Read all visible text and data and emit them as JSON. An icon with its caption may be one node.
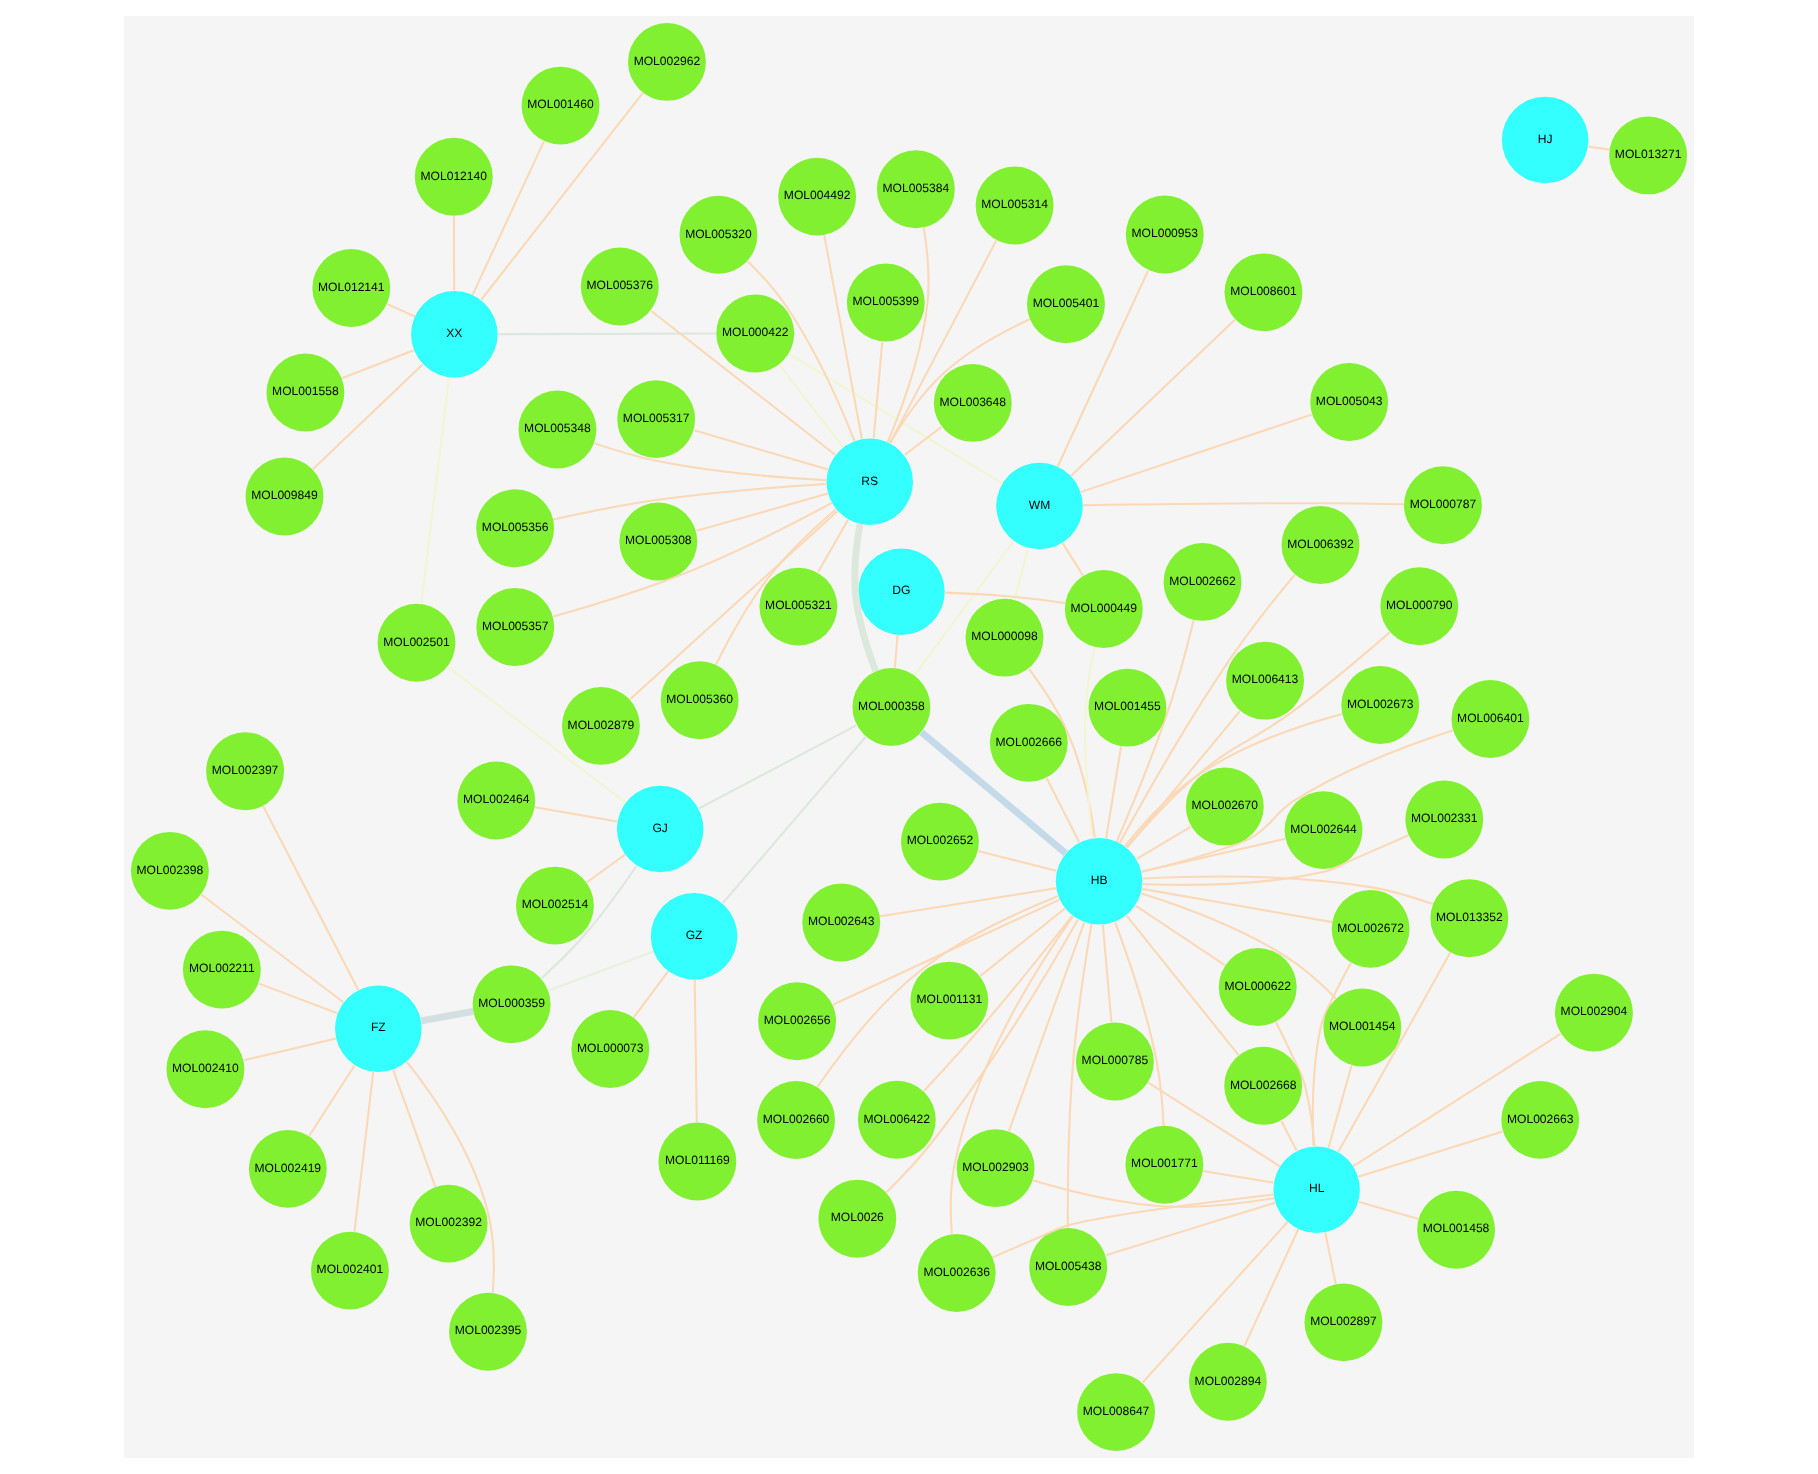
{
  "diagram": {
    "nodes": [
      {
        "text": [
          "MOL008647"
        ]
      },
      {
        "text": [
          "MOL002904"
        ]
      },
      {
        "text": [
          "MOL002897"
        ]
      },
      {
        "text": [
          "MOL000785"
        ]
      },
      {
        "text": [
          "MOL002672"
        ]
      },
      {
        "text": [
          "HL"
        ]
      },
      {
        "text": [
          "MOL002894"
        ]
      },
      {
        "text": [
          "MOL002663"
        ]
      },
      {
        "text": [
          "MOL005438"
        ]
      },
      {
        "text": [
          "MOL001458"
        ]
      },
      {
        "text": [
          "MOL001771"
        ]
      },
      {
        "text": [
          "MOL002636"
        ]
      },
      {
        "text": [
          "MOL013352"
        ]
      },
      {
        "text": [
          "MOL006401"
        ]
      },
      {
        "text": [
          "MOL000622"
        ]
      },
      {
        "text": [
          "MOL002668"
        ]
      },
      {
        "text": [
          "MOL001454"
        ]
      },
      {
        "text": [
          "MOL002903"
        ]
      },
      {
        "text": [
          "MOL002643"
        ]
      },
      {
        "text": [
          "MOL002652"
        ]
      },
      {
        "text": [
          "MOL006422"
        ]
      },
      {
        "text": [
          "MOL001558"
        ]
      },
      {
        "text": [
          "MOL012140"
        ]
      },
      {
        "text": [
          "MOL001460"
        ]
      },
      {
        "text": [
          "MOL002662"
        ]
      },
      {
        "text": [
          "HB"
        ]
      },
      {
        "text": [
          "MOL000790"
        ]
      },
      {
        "text": [
          "MOL001131"
        ]
      },
      {
        "text": [
          "MOL0026"
        ]
      },
      {
        "text": [
          "MOL002962"
        ]
      },
      {
        "text": [
          "MOL006413"
        ]
      },
      {
        "text": [
          "MOL000098"
        ]
      },
      {
        "text": [
          "MOL009849"
        ]
      },
      {
        "text": [
          "XX"
        ]
      },
      {
        "text": [
          "MOL002673"
        ]
      },
      {
        "text": [
          "MOL002644"
        ]
      },
      {
        "text": [
          "MOL002670"
        ]
      },
      {
        "text": [
          "MOL006392"
        ]
      },
      {
        "text": [
          "MOL012141"
        ]
      },
      {
        "text": [
          "MOL002660"
        ]
      },
      {
        "text": [
          "MOL001455"
        ]
      },
      {
        "text": [
          "MOL002666"
        ]
      },
      {
        "text": [
          "MOL002656"
        ]
      },
      {
        "text": [
          "MOL002514"
        ]
      },
      {
        "text": [
          "MOL000358"
        ]
      },
      {
        "text": [
          "MOL002464"
        ]
      },
      {
        "text": [
          "MOL002331"
        ]
      },
      {
        "text": [
          "MOL002501"
        ]
      },
      {
        "text": [
          "MOL000449"
        ]
      },
      {
        "text": [
          "MOL000787"
        ]
      },
      {
        "text": [
          "GJ"
        ]
      },
      {
        "text": [
          "MOL000422"
        ]
      },
      {
        "text": [
          "WM"
        ]
      },
      {
        "text": [
          "MOL008601"
        ]
      },
      {
        "text": [
          "DG"
        ]
      },
      {
        "text": [
          "MOL002401"
        ]
      },
      {
        "text": [
          "MOL002419"
        ]
      },
      {
        "text": [
          "MOL000953"
        ]
      },
      {
        "text": [
          "MOL005043"
        ]
      },
      {
        "text": [
          "MOL000359"
        ]
      },
      {
        "text": [
          "MOL005376"
        ]
      },
      {
        "text": [
          "MOL002397"
        ]
      },
      {
        "text": [
          "GZ"
        ]
      },
      {
        "text": [
          "MOL005314"
        ]
      },
      {
        "text": [
          "FZ"
        ]
      },
      {
        "text": [
          "MOL005356"
        ]
      },
      {
        "text": [
          "RS"
        ]
      },
      {
        "text": [
          "MOL002392"
        ]
      },
      {
        "text": [
          "MOL000073"
        ]
      },
      {
        "text": [
          "MOL005348"
        ]
      },
      {
        "text": [
          "MOL005360"
        ]
      },
      {
        "text": [
          "MOL005384"
        ]
      },
      {
        "text": [
          "MOL002398"
        ]
      },
      {
        "text": [
          "MOL002211"
        ]
      },
      {
        "text": [
          "MOL005308"
        ]
      },
      {
        "text": [
          "MOL011169"
        ]
      },
      {
        "text": [
          "MOL005401"
        ]
      },
      {
        "text": [
          "MOL002879"
        ]
      },
      {
        "text": [
          "MOL002410"
        ]
      },
      {
        "text": [
          "MOL002395"
        ]
      },
      {
        "text": [
          "MOL005317"
        ]
      },
      {
        "text": [
          "MOL005357"
        ]
      },
      {
        "text": [
          "MOL003648"
        ]
      },
      {
        "text": [
          "HJ"
        ]
      },
      {
        "text": [
          "MOL005321"
        ]
      },
      {
        "text": [
          "MOL004492"
        ]
      },
      {
        "text": [
          "MOL005320"
        ]
      },
      {
        "text": [
          "MOL005399"
        ]
      },
      {
        "text": [
          "MOL013271"
        ]
      }
    ],
    "edges": [
      {
        "from": 5,
        "to": 0,
        "arrow": "none"
      },
      {
        "from": 5,
        "to": 1,
        "arrow": "none"
      },
      {
        "from": 5,
        "to": 2,
        "arrow": "none"
      },
      {
        "from": 5,
        "to": 3,
        "arrow": "none"
      },
      {
        "from": 5,
        "to": 4,
        "arrow": "none"
      },
      {
        "from": 5,
        "to": 6,
        "arrow": "none"
      },
      {
        "from": 5,
        "to": 7,
        "arrow": "none"
      },
      {
        "from": 5,
        "to": 8,
        "arrow": "none"
      },
      {
        "from": 5,
        "to": 9,
        "arrow": "none"
      },
      {
        "from": 5,
        "to": 10,
        "arrow": "none"
      },
      {
        "from": 5,
        "to": 11,
        "arrow": "none"
      },
      {
        "from": 5,
        "to": 12,
        "arrow": "none"
      },
      {
        "from": 5,
        "to": 14,
        "arrow": "none"
      },
      {
        "from": 5,
        "to": 15,
        "arrow": "none"
      },
      {
        "from": 5,
        "to": 16,
        "arrow": "none"
      },
      {
        "from": 5,
        "to": 17,
        "arrow": "none"
      },
      {
        "from": 25,
        "to": 3,
        "arrow": "none"
      },
      {
        "from": 25,
        "to": 4,
        "arrow": "none"
      },
      {
        "from": 25,
        "to": 8,
        "arrow": "none"
      },
      {
        "from": 25,
        "to": 10,
        "arrow": "none"
      },
      {
        "from": 25,
        "to": 11,
        "arrow": "none"
      },
      {
        "from": 25,
        "to": 12,
        "arrow": "none"
      },
      {
        "from": 25,
        "to": 13,
        "arrow": "none"
      },
      {
        "from": 25,
        "to": 14,
        "arrow": "none"
      },
      {
        "from": 25,
        "to": 15,
        "arrow": "none"
      },
      {
        "from": 25,
        "to": 16,
        "arrow": "none"
      },
      {
        "from": 25,
        "to": 17,
        "arrow": "none"
      },
      {
        "from": 25,
        "to": 18,
        "arrow": "none"
      },
      {
        "from": 25,
        "to": 19,
        "arrow": "none"
      },
      {
        "from": 25,
        "to": 20,
        "arrow": "none"
      },
      {
        "from": 25,
        "to": 24,
        "arrow": "none"
      },
      {
        "from": 25,
        "to": 26,
        "arrow": "none"
      },
      {
        "from": 25,
        "to": 27,
        "arrow": "none"
      },
      {
        "from": 25,
        "to": 28,
        "arrow": "none"
      },
      {
        "from": 25,
        "to": 30,
        "arrow": "none"
      },
      {
        "from": 25,
        "to": 31,
        "arrow": "none"
      },
      {
        "from": 25,
        "to": 34,
        "arrow": "none"
      },
      {
        "from": 25,
        "to": 35,
        "arrow": "none"
      },
      {
        "from": 25,
        "to": 36,
        "arrow": "none"
      },
      {
        "from": 25,
        "to": 37,
        "arrow": "none"
      },
      {
        "from": 25,
        "to": 39,
        "arrow": "none"
      },
      {
        "from": 25,
        "to": 40,
        "arrow": "none"
      },
      {
        "from": 25,
        "to": 41,
        "arrow": "none"
      },
      {
        "from": 25,
        "to": 42,
        "arrow": "none"
      },
      {
        "from": 25,
        "to": 46,
        "arrow": "none"
      },
      {
        "from": 25,
        "to": 44,
        "arrow": "none",
        "style": "thick",
        "color": "#c4dae8"
      },
      {
        "from": 25,
        "to": 48,
        "arrow": "none",
        "color": "#f2f5d2"
      },
      {
        "from": 33,
        "to": 21,
        "arrow": "none"
      },
      {
        "from": 33,
        "to": 22,
        "arrow": "none"
      },
      {
        "from": 33,
        "to": 23,
        "arrow": "none"
      },
      {
        "from": 33,
        "to": 29,
        "arrow": "none"
      },
      {
        "from": 33,
        "to": 32,
        "arrow": "none"
      },
      {
        "from": 33,
        "to": 38,
        "arrow": "none"
      },
      {
        "from": 33,
        "to": 47,
        "arrow": "none",
        "color": "#f2f5d2"
      },
      {
        "from": 33,
        "to": 51,
        "arrow": "none",
        "color": "#dce8dc"
      },
      {
        "from": 50,
        "to": 43,
        "arrow": "none"
      },
      {
        "from": 50,
        "to": 45,
        "arrow": "none"
      },
      {
        "from": 50,
        "to": 47,
        "arrow": "none",
        "color": "#f2f5d2"
      },
      {
        "from": 50,
        "to": 44,
        "arrow": "none",
        "color": "#dce8dc"
      },
      {
        "from": 50,
        "to": 59,
        "arrow": "none",
        "color": "#dce8dc"
      },
      {
        "from": 52,
        "to": 31,
        "arrow": "none",
        "color": "#f2f5d2"
      },
      {
        "from": 52,
        "to": 44,
        "arrow": "none",
        "color": "#f2f5d2"
      },
      {
        "from": 52,
        "to": 48,
        "arrow": "none"
      },
      {
        "from": 52,
        "to": 49,
        "arrow": "none"
      },
      {
        "from": 52,
        "to": 51,
        "arrow": "none",
        "color": "#f2f5d2"
      },
      {
        "from": 52,
        "to": 53,
        "arrow": "none"
      },
      {
        "from": 52,
        "to": 57,
        "arrow": "none"
      },
      {
        "from": 52,
        "to": 58,
        "arrow": "none"
      },
      {
        "from": 54,
        "to": 44,
        "arrow": "none"
      },
      {
        "from": 54,
        "to": 48,
        "arrow": "none"
      },
      {
        "from": 64,
        "to": 55,
        "arrow": "none"
      },
      {
        "from": 64,
        "to": 56,
        "arrow": "none"
      },
      {
        "from": 64,
        "to": 61,
        "arrow": "none"
      },
      {
        "from": 64,
        "to": 67,
        "arrow": "none"
      },
      {
        "from": 64,
        "to": 72,
        "arrow": "none"
      },
      {
        "from": 64,
        "to": 73,
        "arrow": "none"
      },
      {
        "from": 64,
        "to": 78,
        "arrow": "none"
      },
      {
        "from": 64,
        "to": 79,
        "arrow": "none"
      },
      {
        "from": 64,
        "to": 59,
        "arrow": "none",
        "style": "thick",
        "color": "#d2e0e2"
      },
      {
        "from": 62,
        "to": 59,
        "arrow": "none",
        "color": "#e8f0dc"
      },
      {
        "from": 62,
        "to": 68,
        "arrow": "none"
      },
      {
        "from": 62,
        "to": 75,
        "arrow": "none"
      },
      {
        "from": 62,
        "to": 44,
        "arrow": "none",
        "color": "#dce8dc"
      },
      {
        "from": 66,
        "to": 44,
        "arrow": "none",
        "style": "thick",
        "color": "#dce8dc"
      },
      {
        "from": 66,
        "to": 51,
        "arrow": "none",
        "color": "#f2f5d2"
      },
      {
        "from": 66,
        "to": 60,
        "arrow": "none"
      },
      {
        "from": 66,
        "to": 63,
        "arrow": "none"
      },
      {
        "from": 66,
        "to": 65,
        "arrow": "none"
      },
      {
        "from": 66,
        "to": 69,
        "arrow": "none"
      },
      {
        "from": 66,
        "to": 70,
        "arrow": "none"
      },
      {
        "from": 66,
        "to": 71,
        "arrow": "none"
      },
      {
        "from": 66,
        "to": 74,
        "arrow": "none"
      },
      {
        "from": 66,
        "to": 76,
        "arrow": "none"
      },
      {
        "from": 66,
        "to": 77,
        "arrow": "none"
      },
      {
        "from": 66,
        "to": 80,
        "arrow": "none"
      },
      {
        "from": 66,
        "to": 81,
        "arrow": "none"
      },
      {
        "from": 66,
        "to": 82,
        "arrow": "none"
      },
      {
        "from": 66,
        "to": 84,
        "arrow": "none"
      },
      {
        "from": 66,
        "to": 85,
        "arrow": "none"
      },
      {
        "from": 66,
        "to": 86,
        "arrow": "none"
      },
      {
        "from": 66,
        "to": 87,
        "arrow": "none"
      },
      {
        "from": 83,
        "to": 88,
        "arrow": "none"
      }
    ]
  }
}
